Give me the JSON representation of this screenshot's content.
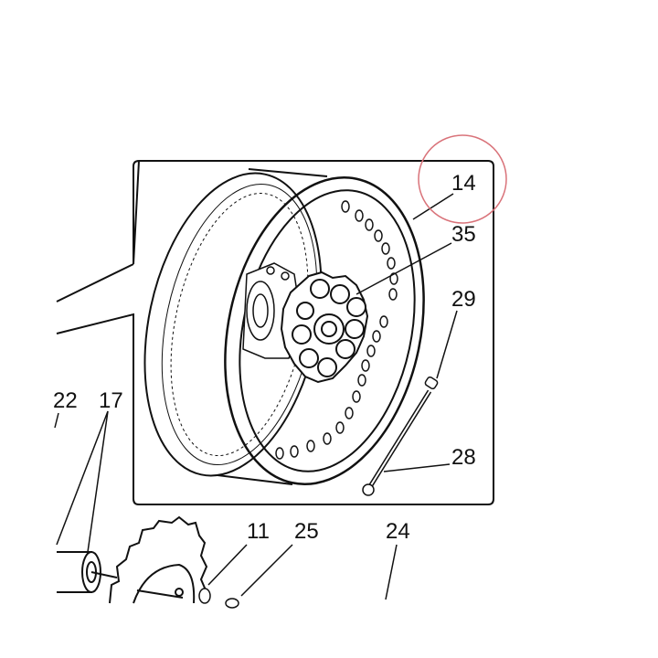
{
  "callouts": {
    "c14": "14",
    "c35": "35",
    "c29": "29",
    "c28": "28",
    "c22": "22",
    "c17": "17",
    "c11": "11",
    "c25": "25",
    "c24": "24"
  },
  "colors": {
    "line": "#111111",
    "highlight": "#d9737a",
    "background": "#ffffff"
  }
}
